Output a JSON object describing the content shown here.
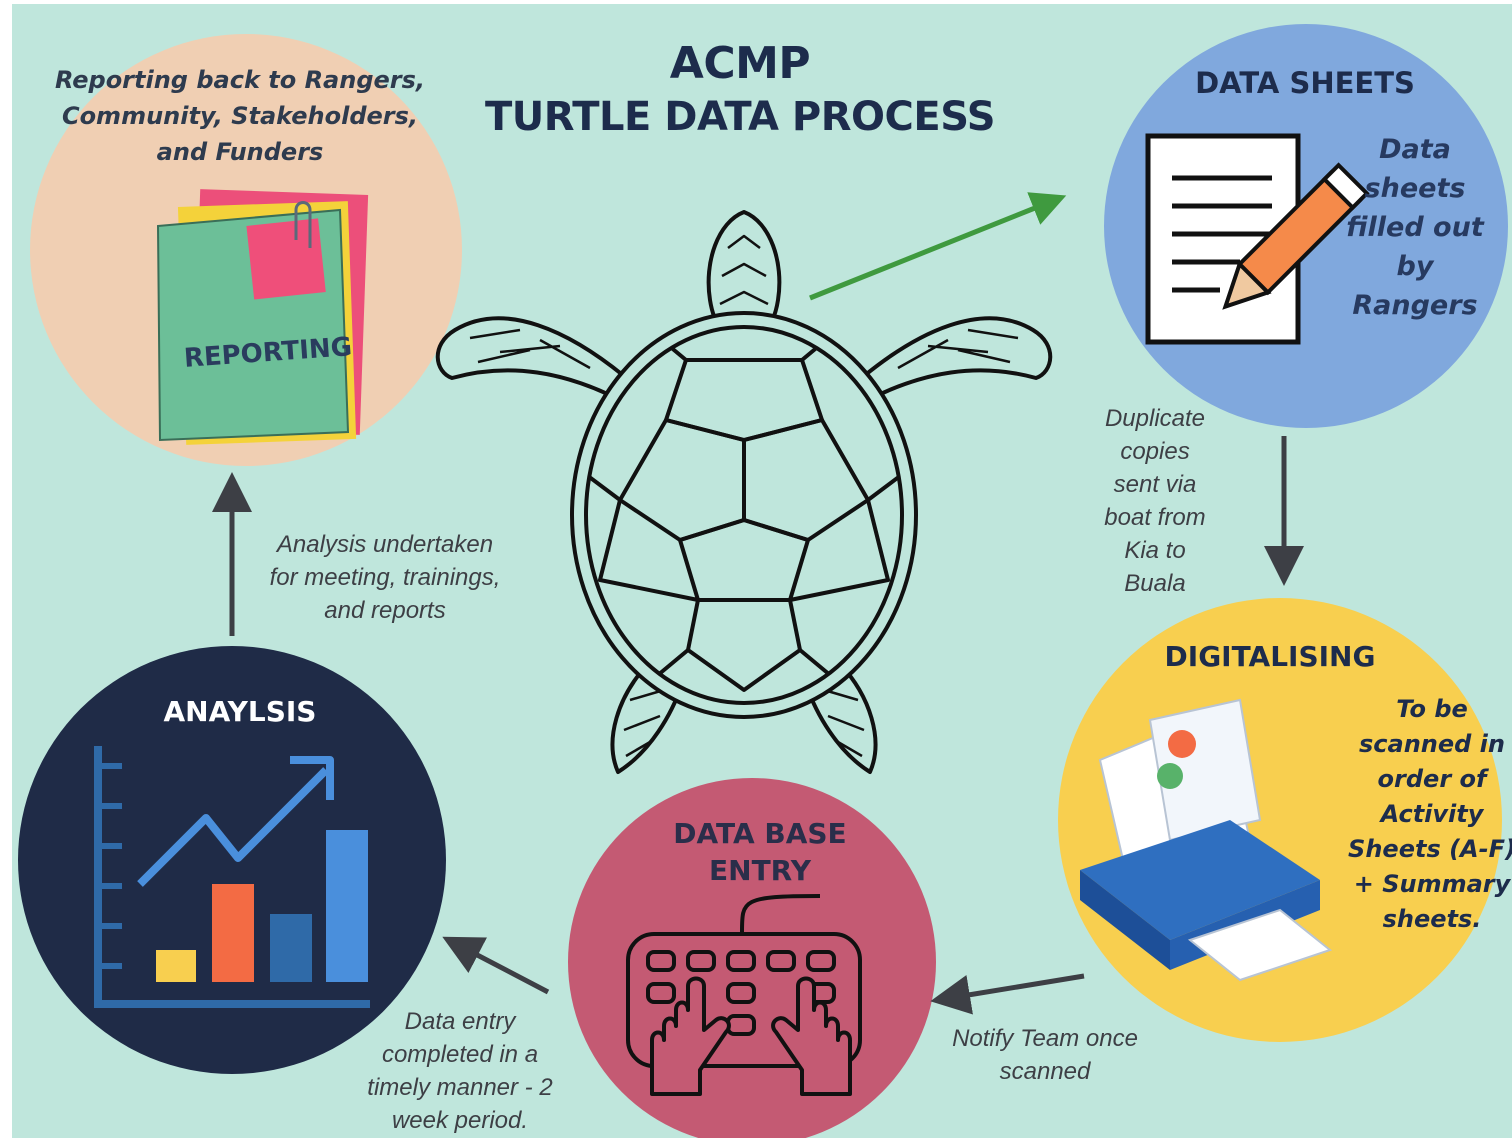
{
  "title": {
    "line1": "ACMP",
    "line2": "TURTLE DATA PROCESS"
  },
  "stages": {
    "reporting": {
      "description": "Reporting back to Rangers,\nCommunity, Stakeholders,\nand Funders",
      "folder_label": "REPORTING",
      "color": "#f0cfb3"
    },
    "data_sheets": {
      "title": "DATA SHEETS",
      "description": "Data\nsheets\nfilled out\nby\nRangers",
      "color": "#80a8dd"
    },
    "digitalising": {
      "title": "DIGITALISING",
      "description": "To be\nscanned in\norder of\nActivity\nSheets (A-F)\n+ Summary\nsheets.",
      "color": "#f8cf4f"
    },
    "database_entry": {
      "title": "DATA BASE\nENTRY",
      "color": "#c45a73"
    },
    "analysis": {
      "title": "ANAYLSIS",
      "color": "#1f2b47"
    }
  },
  "transitions": {
    "duplicate": "Duplicate\ncopies\nsent via\nboat from\nKia to\nBuala",
    "notify": "Notify Team once\nscanned",
    "entry": "Data entry\ncompleted in a\ntimely manner - 2\nweek period.",
    "analysis": "Analysis undertaken\nfor meeting, trainings,\nand reports"
  },
  "colors": {
    "background": "#bfe6dc",
    "title": "#1d2c4c",
    "arrow_dark": "#3d3f45",
    "arrow_green": "#3f9a3f",
    "chart_bars": [
      "#f8cf4f",
      "#f36b44",
      "#2f6aa8",
      "#4a8fdc"
    ]
  },
  "icons": [
    "sea-turtle-icon",
    "folder-icon",
    "paperclip-icon",
    "data-sheet-icon",
    "pencil-icon",
    "printer-icon",
    "keyboard-icon",
    "hands-icon",
    "bar-chart-icon",
    "trend-arrow-icon"
  ]
}
